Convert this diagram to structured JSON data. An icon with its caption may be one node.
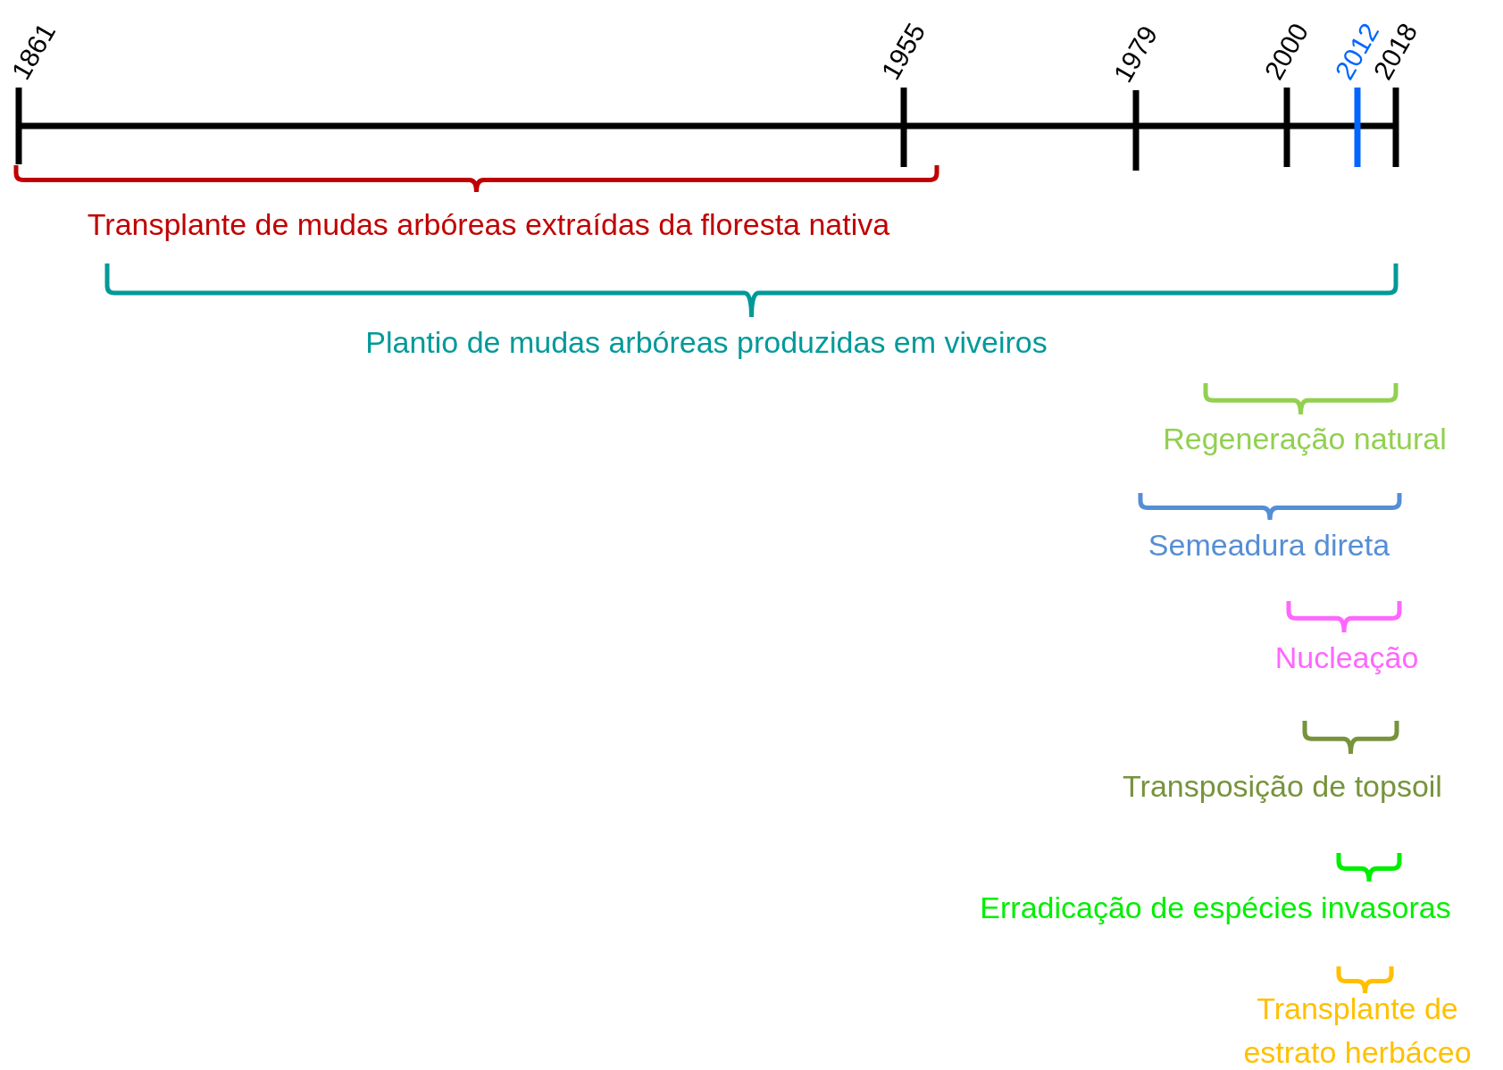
{
  "diagram": {
    "labels": [
      "1861",
      "1955",
      "1979",
      "2000",
      "2012",
      "2018",
      "Transplante de mudas arbóreas extraídas da floresta nativa",
      "Plantio de mudas arbóreas produzidas em viveiros",
      "Regeneração natural",
      "Semeadura direta",
      "Nucleação",
      "Transposição de topsoil",
      "Erradicação de espécies invasoras",
      "Transplante de estrato herbáceo"
    ]
  }
}
